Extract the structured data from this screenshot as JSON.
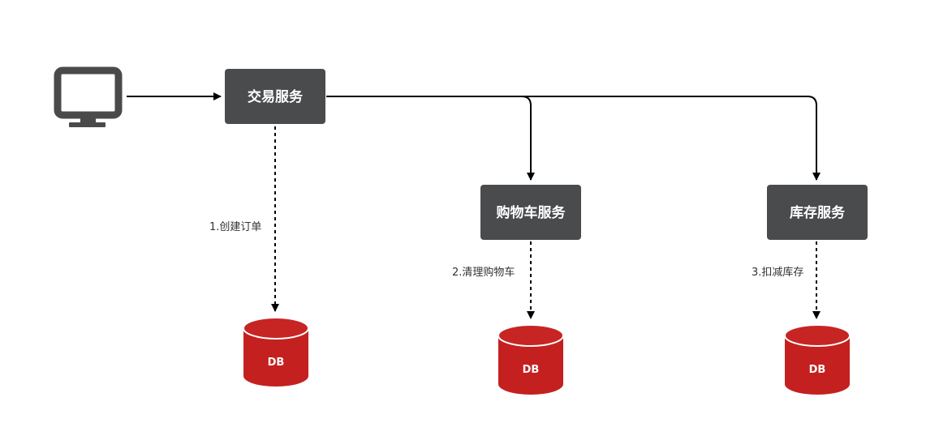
{
  "nodes": {
    "client": {
      "icon": "monitor-icon"
    },
    "trade_service": {
      "label": "交易服务"
    },
    "cart_service": {
      "label": "购物车服务"
    },
    "inventory_service": {
      "label": "库存服务"
    },
    "db_trade": {
      "label": "DB",
      "icon": "database-icon"
    },
    "db_cart": {
      "label": "DB",
      "icon": "database-icon"
    },
    "db_inventory": {
      "label": "DB",
      "icon": "database-icon"
    }
  },
  "edges": {
    "create_order": {
      "label": "1.创建订单"
    },
    "clear_cart": {
      "label": "2.清理购物车"
    },
    "deduct_inventory": {
      "label": "3.扣减库存"
    }
  },
  "colors": {
    "service_fill": "#4a4b4d",
    "db_fill": "#c4201f",
    "db_top": "#c62523",
    "line": "#000000",
    "icon": "#4a4a4a"
  }
}
